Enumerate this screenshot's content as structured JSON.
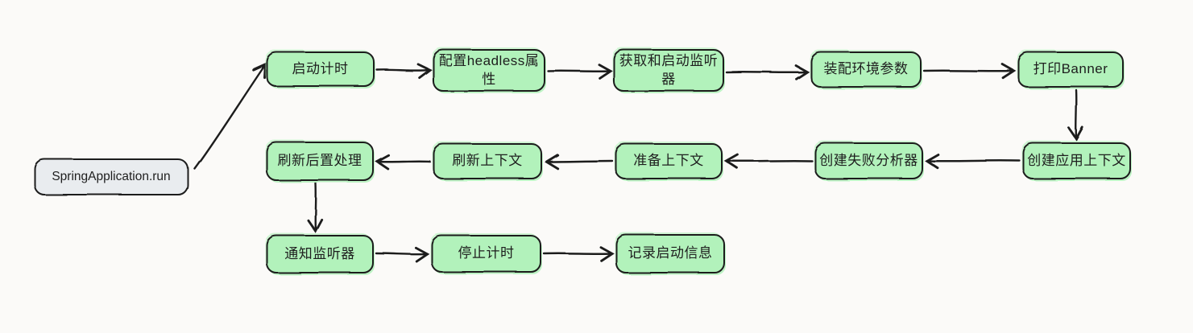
{
  "diagram_type": "flowchart",
  "colors": {
    "node_fill_green": "#b2f2bb",
    "node_fill_gray": "#e9ecef",
    "stroke": "#1e1e1e",
    "background": "#fbfaf8"
  },
  "nodes": [
    {
      "id": "spring-application-run",
      "label": "SpringApplication.run"
    },
    {
      "id": "start-timer",
      "label": "启动计时"
    },
    {
      "id": "configure-headless",
      "label": "配置headless属性"
    },
    {
      "id": "get-and-start-listeners",
      "label": "获取和启动监听器"
    },
    {
      "id": "assemble-env-params",
      "label": "装配环境参数"
    },
    {
      "id": "print-banner",
      "label": "打印Banner"
    },
    {
      "id": "create-app-context",
      "label": "创建应用上下文"
    },
    {
      "id": "create-failure-analyzer",
      "label": "创建失败分析器"
    },
    {
      "id": "prepare-context",
      "label": "准备上下文"
    },
    {
      "id": "refresh-context",
      "label": "刷新上下文"
    },
    {
      "id": "refresh-post-process",
      "label": "刷新后置处理"
    },
    {
      "id": "notify-listeners",
      "label": "通知监听器"
    },
    {
      "id": "stop-timer",
      "label": "停止计时"
    },
    {
      "id": "record-startup-info",
      "label": "记录启动信息"
    }
  ],
  "edges": [
    {
      "from": "spring-application-run",
      "to": "start-timer"
    },
    {
      "from": "start-timer",
      "to": "configure-headless"
    },
    {
      "from": "configure-headless",
      "to": "get-and-start-listeners"
    },
    {
      "from": "get-and-start-listeners",
      "to": "assemble-env-params"
    },
    {
      "from": "assemble-env-params",
      "to": "print-banner"
    },
    {
      "from": "print-banner",
      "to": "create-app-context"
    },
    {
      "from": "create-app-context",
      "to": "create-failure-analyzer"
    },
    {
      "from": "create-failure-analyzer",
      "to": "prepare-context"
    },
    {
      "from": "prepare-context",
      "to": "refresh-context"
    },
    {
      "from": "refresh-context",
      "to": "refresh-post-process"
    },
    {
      "from": "refresh-post-process",
      "to": "notify-listeners"
    },
    {
      "from": "notify-listeners",
      "to": "stop-timer"
    },
    {
      "from": "stop-timer",
      "to": "record-startup-info"
    }
  ]
}
